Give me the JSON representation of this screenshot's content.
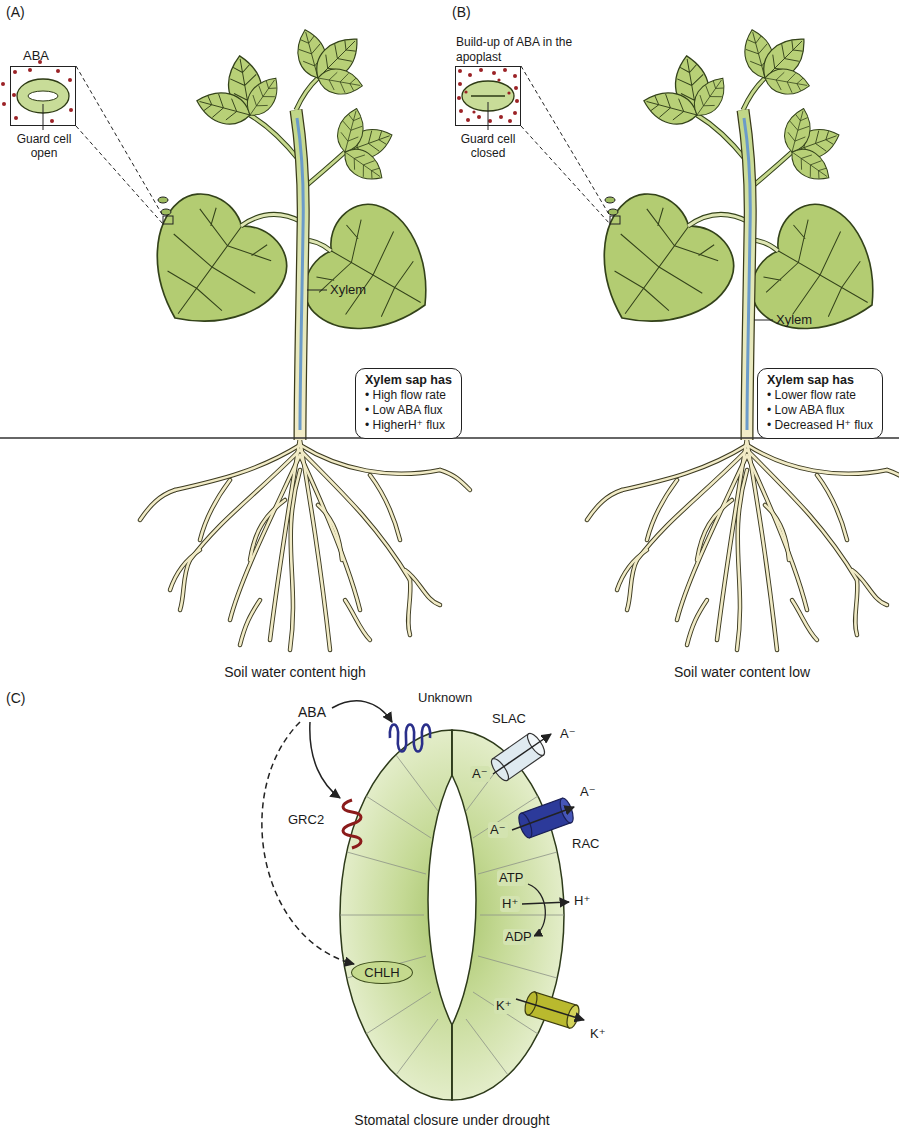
{
  "diagram": {
    "nodes": [
      {
        "text": [
          "ABA"
        ]
      },
      {
        "text": [
          "Xylem sap has",
          "• High flow rate",
          "• Low ABA flux",
          "• HigherH⁺ flux"
        ]
      },
      {
        "text": [
          "Build-up of ABA in the apoplast"
        ]
      },
      {
        "text": [
          "Xylem sap has",
          "• Lower flow rate",
          "• Low ABA flux",
          "• Decreased H⁺ flux"
        ]
      },
      {
        "text": [
          "CHLH"
        ]
      }
    ],
    "labels": [
      "(A)",
      "Guard cell open",
      "Xylem",
      "Soil water content high",
      "(B)",
      "Guard cell closed",
      "Xylem",
      "Soil water content low",
      "(C)",
      "ABA",
      "Unknown",
      "SLAC",
      "A⁻",
      "A⁻",
      "GRC2",
      "RAC",
      "A⁻",
      "A⁻",
      "ATP",
      "H⁺",
      "H⁺",
      "ADP",
      "K⁺",
      "K⁺",
      "Stomatal closure under drought"
    ]
  }
}
